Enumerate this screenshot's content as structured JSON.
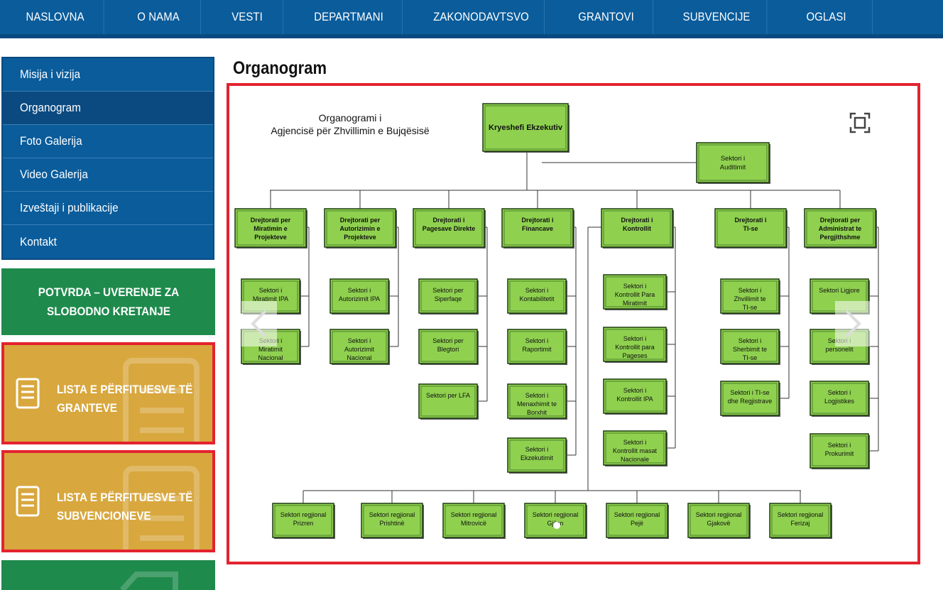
{
  "nav": {
    "items": [
      {
        "label": "NASLOVNA"
      },
      {
        "label": "O NAMA"
      },
      {
        "label": "VESTI"
      },
      {
        "label": "DEPARTMANI"
      },
      {
        "label": "ZAKONODAVTSVO"
      },
      {
        "label": "GRANTOVI"
      },
      {
        "label": "SUBVENCIJE"
      },
      {
        "label": "OGLASI"
      }
    ]
  },
  "sidebar": {
    "items": [
      {
        "label": "Misija i vizija"
      },
      {
        "label": "Organogram"
      },
      {
        "label": "Foto Galerija"
      },
      {
        "label": "Video Galerija"
      },
      {
        "label": "Izveštaji i publikacije"
      },
      {
        "label": "Kontakt"
      }
    ],
    "active_label": "Organogram"
  },
  "banners": {
    "potvrda": "POTVRDA – UVERENJE ZA SLOBODNO KRETANJE",
    "grants_line1": "LISTA E PËRFITUESVE TË",
    "grants_line2": "GRANTEVE",
    "subsidies_line1": "LISTA E PËRFITUESVE TË",
    "subsidies_line2": "SUBVENCIONEVE"
  },
  "main": {
    "title": "Organogram"
  },
  "orgchart": {
    "heading_line1": "Organogrami i",
    "heading_line2": "Agjencisë për Zhvillimin e Bujqësisë",
    "ceo": "Kryeshefi Ekzekutiv",
    "audit": "Sektori i Auditimit",
    "directorates": [
      {
        "label": "Drejtorati per Miratimin e Projekteve",
        "sectors": [
          "Sektori i Miratimit IPA",
          "Sektori i Miratimit Nacional"
        ]
      },
      {
        "label": "Drejtorati per Autorizimin e Projekteve",
        "sectors": [
          "Sektori i Autorizimit IPA",
          "Sektori i Autorizimit Nacional"
        ]
      },
      {
        "label": "Drejtorati i Pagesave Direkte",
        "sectors": [
          "Sektori per Siperfaqe",
          "Sektori per Blegtori",
          "Sektori per LFA"
        ]
      },
      {
        "label": "Drejtorati i Financave",
        "sectors": [
          "Sektori i Kontabilitetit",
          "Sektori i Raportimit",
          "Sektori i Menaxhimit te Borxhit",
          "Sektori i Ekzekutimit"
        ]
      },
      {
        "label": "Drejtorati i Kontrollit",
        "sectors": [
          "Sektori i Kontrollit Para Miratimit",
          "Sektori i Kontrollit para Pageses",
          "Sektori i Kontrollit IPA",
          "Sektori i Kontrollit masat Nacionale"
        ]
      },
      {
        "label": "Drejtorati i TI-se",
        "sectors": [
          "Sektori i Zhvillimit te TI-se",
          "Sektori i Sherbimit te TI-se",
          "Sektori i TI-se dhe Regjistrave"
        ]
      },
      {
        "label": "Drejtorati per Administrat te Pergjithshme",
        "sectors": [
          "Sektori Ligjore",
          "Sektori i personelit",
          "Sektori i Logjistikes",
          "Sektori i Prokurimit"
        ]
      }
    ],
    "regional": [
      "Sektori regjional Prizren",
      "Sektori regjional Prishtinë",
      "Sektori regjional Mitrovicë",
      "Sektori regjional Gjilan",
      "Sektori regjional Pejë",
      "Sektori regjional Gjakovë",
      "Sektori regjional Ferizaj"
    ]
  },
  "icons": {
    "fullscreen": "fullscreen-icon",
    "prev": "chevron-left-icon",
    "next": "chevron-right-icon",
    "document": "document-list-icon"
  },
  "colors": {
    "nav_bg": "#0a5c9b",
    "box_fill": "#8fd14f",
    "highlight_border": "#e3232f",
    "gold": "#d8a73e",
    "green": "#1e8a4c"
  }
}
